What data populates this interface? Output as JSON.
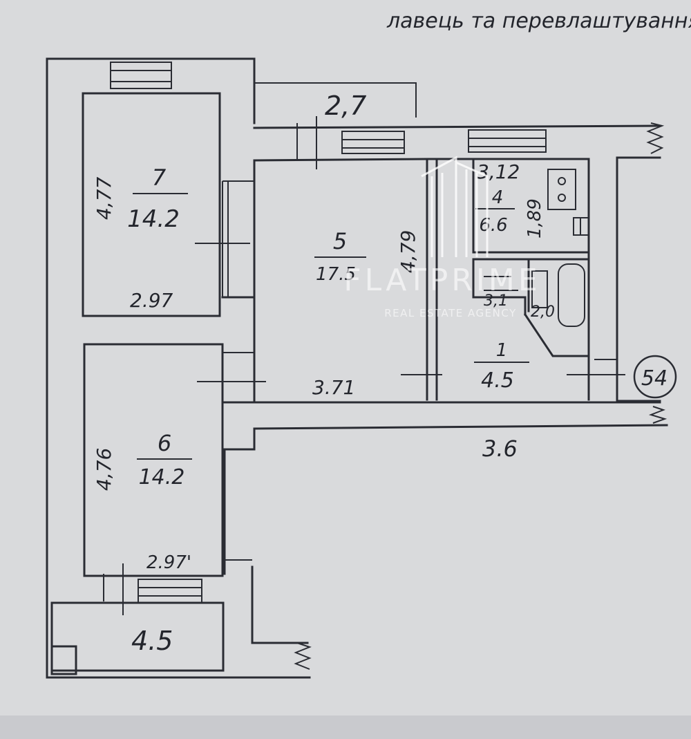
{
  "header_text": "лавець та перевлаштування площа",
  "dimensions": {
    "top_width": "2,7",
    "kitchen_top": "3,12",
    "kitchen_side": "1,89",
    "living_side": "4,79",
    "living_bottom": "3.71",
    "bath_a": "3,1",
    "bath_b": "2,0",
    "bedroom7_side": "4,77",
    "bedroom7_bottom": "2.97",
    "bedroom6_side": "4,76",
    "bedroom6_bottom": "2.97'",
    "balcony": "4.5",
    "bottom_right": "3.6"
  },
  "rooms": [
    {
      "id": "7",
      "area": "14.2"
    },
    {
      "id": "6",
      "area": "14.2"
    },
    {
      "id": "5",
      "area": "17.5"
    },
    {
      "id": "4",
      "area": "6.6"
    },
    {
      "id": "1",
      "area": "4.5"
    }
  ],
  "apartment_number": "54",
  "watermark": {
    "name": "FLATPRIME",
    "tagline": "REAL ESTATE AGENCY"
  }
}
